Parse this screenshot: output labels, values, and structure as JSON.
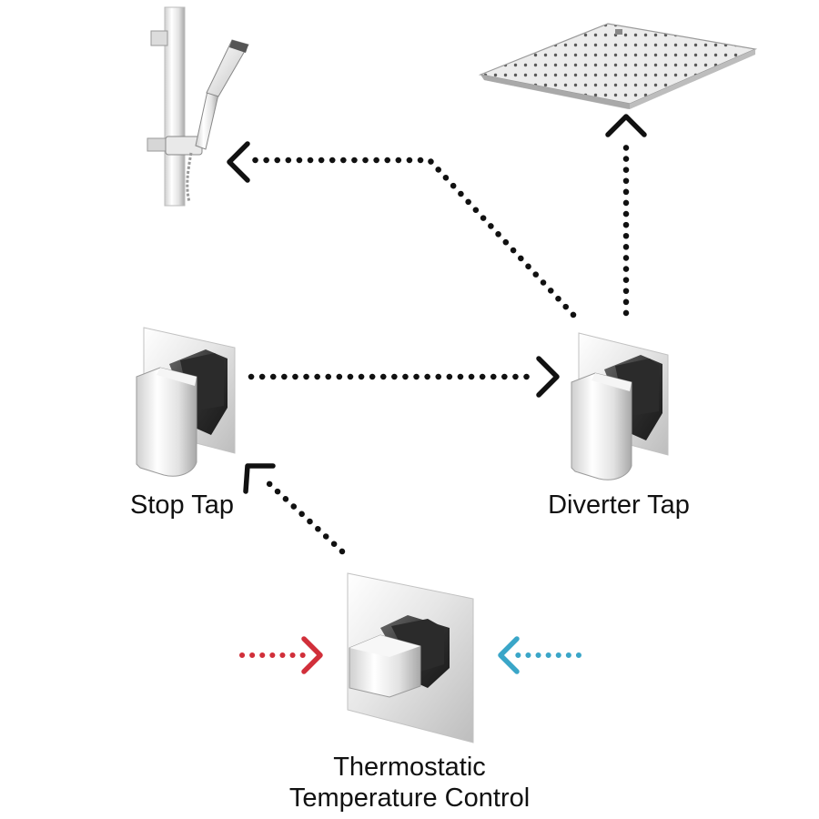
{
  "labels": {
    "stop_tap": "Stop Tap",
    "diverter_tap": "Diverter Tap",
    "thermostatic_line1": "Thermostatic",
    "thermostatic_line2": "Temperature Control"
  },
  "colors": {
    "flow_arrow": "#111111",
    "hot_supply": "#d12f3a",
    "cold_supply": "#3aa6c8",
    "chrome_light": "#f4f4f4",
    "chrome_dark": "#3a3a3a"
  },
  "icons": [
    "slide-rail-handset",
    "fixed-overhead-shower-head",
    "stop-tap-valve",
    "diverter-tap-valve",
    "thermostatic-valve"
  ]
}
